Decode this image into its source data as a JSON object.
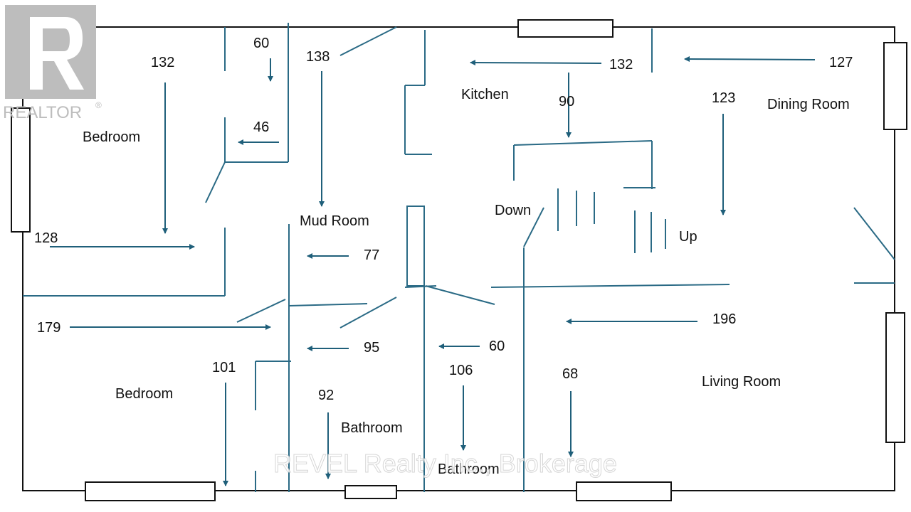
{
  "logo": {
    "brand": "REALTOR",
    "mark": "®"
  },
  "watermark": "REVEL Realty Inc., Brokerage",
  "rooms": {
    "bedroom_top": "Bedroom",
    "bedroom_bottom": "Bedroom",
    "mud_room": "Mud Room",
    "kitchen": "Kitchen",
    "dining_room": "Dining Room",
    "living_room": "Living Room",
    "bathroom_left": "Bathroom",
    "bathroom_right": "Bathroom"
  },
  "stairs": {
    "down": "Down",
    "up": "Up"
  },
  "dimensions": {
    "bedroom_top_height": "132",
    "bedroom_top_width": "128",
    "closet_top": "60",
    "closet_width": "46",
    "mud_room_height": "138",
    "mud_room_width": "77",
    "kitchen_width": "132",
    "kitchen_depth": "90",
    "dining_width": "127",
    "dining_height": "123",
    "bedroom_bottom_width": "179",
    "bedroom_bottom_height": "101",
    "hall_width": "95",
    "bath_left_height": "92",
    "bath_right_width": "60",
    "bath_right_height": "106",
    "living_width": "196",
    "living_height": "68"
  },
  "colors": {
    "wall": "#111111",
    "arrow": "#1f5f7a",
    "fixture": "#2a6a85"
  }
}
